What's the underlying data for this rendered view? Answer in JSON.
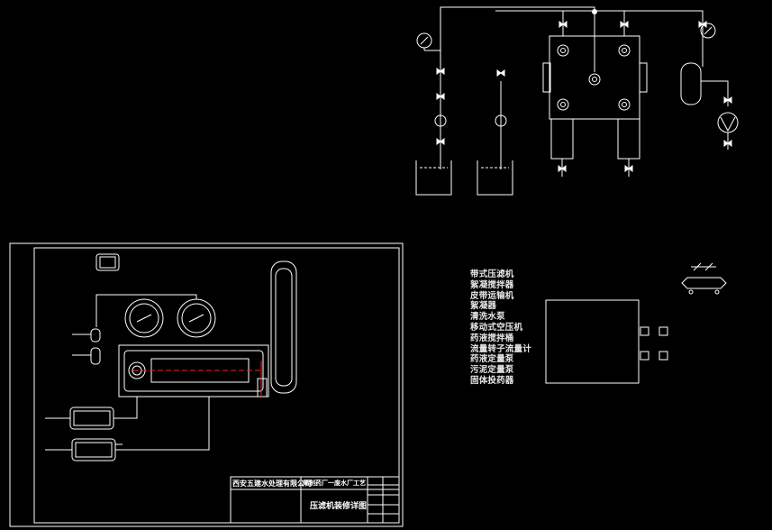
{
  "drawing": {
    "colors": {
      "background": "#000000",
      "line": "#ffffff",
      "accent": "#ff2020"
    }
  },
  "title_block": {
    "company": "西安五建水处理有限公司",
    "project": "某制药厂一废水厂工艺废水处理",
    "drawing_title": "压滤机装修详图"
  },
  "legend": {
    "items": [
      "带式压滤机",
      "絮凝搅拌器",
      "皮带运输机",
      "絮凝器",
      "清洗水泵",
      "移动式空压机",
      "药液搅拌桶",
      "流量转子流量计",
      "药液定量泵",
      "污泥定量泵",
      "固体投药器"
    ]
  }
}
